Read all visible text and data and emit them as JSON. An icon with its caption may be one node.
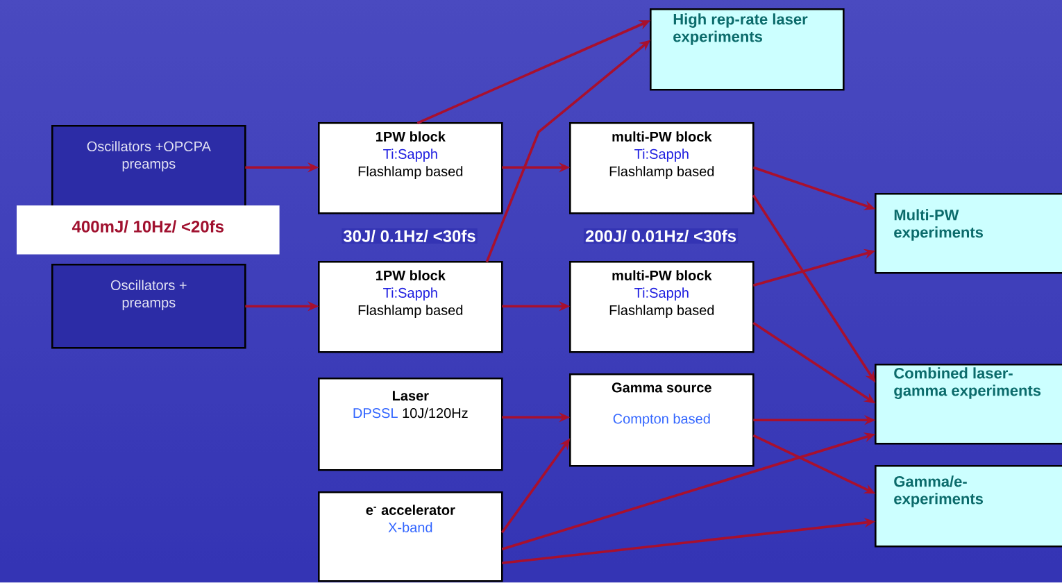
{
  "diagram": {
    "nodes": [
      {
        "text": [
          "Oscillators +OPCPA preamps"
        ]
      },
      {
        "text": [
          "400mJ/ 10Hz/ <20fs"
        ]
      },
      {
        "text": [
          "Oscillators + preamps"
        ]
      },
      {
        "text": [
          "1PW block",
          "Ti:Sapph",
          "Flashlamp based"
        ],
        "beside": [
          "30J/ 0.1Hz/ <30fs"
        ]
      },
      {
        "text": [
          "1PW block",
          "Ti:Sapph",
          "Flashlamp based"
        ]
      },
      {
        "text": [
          "Laser",
          "DPSSL",
          "10J/120Hz"
        ]
      },
      {
        "text": [
          "e$^{-}$ accelerator",
          "X-band"
        ]
      },
      {
        "text": [
          "multi-PW block",
          "Ti:Sapph",
          "Flashlamp based"
        ],
        "beside": [
          "200J/ 0.01Hz/ <30fs"
        ]
      },
      {
        "text": [
          "multi-PW block",
          "Ti:Sapph",
          "Flashlamp based"
        ]
      },
      {
        "text": [
          "Gamma source",
          "Compton based"
        ]
      },
      {
        "text": [
          "High rep-rate laser experiments"
        ]
      },
      {
        "text": [
          "Multi-PW experiments"
        ]
      },
      {
        "text": [
          "Combined laser-gamma experiments"
        ]
      },
      {
        "text": [
          "Gamma/e- experiments"
        ]
      }
    ],
    "edges": [
      {
        "from": 0,
        "to": 3,
        "arrow": "to"
      },
      {
        "from": 2,
        "to": 4,
        "arrow": "to"
      },
      {
        "from": 3,
        "to": 7,
        "arrow": "to"
      },
      {
        "from": 4,
        "to": 8,
        "arrow": "to"
      },
      {
        "from": 3,
        "to": 10,
        "arrow": "to"
      },
      {
        "from": 4,
        "to": 10,
        "arrow": "to"
      },
      {
        "from": 5,
        "to": 9,
        "arrow": "to"
      },
      {
        "from": 6,
        "to": 9,
        "arrow": "to"
      },
      {
        "from": 7,
        "to": 11,
        "arrow": "to"
      },
      {
        "from": 8,
        "to": 11,
        "arrow": "to"
      },
      {
        "from": 7,
        "to": 12,
        "arrow": "to"
      },
      {
        "from": 8,
        "to": 12,
        "arrow": "to"
      },
      {
        "from": 9,
        "to": 12,
        "arrow": "to"
      },
      {
        "from": 9,
        "to": 13,
        "arrow": "to"
      },
      {
        "from": 6,
        "to": 12,
        "arrow": "to"
      },
      {
        "from": 6,
        "to": 13,
        "arrow": "to"
      }
    ]
  }
}
